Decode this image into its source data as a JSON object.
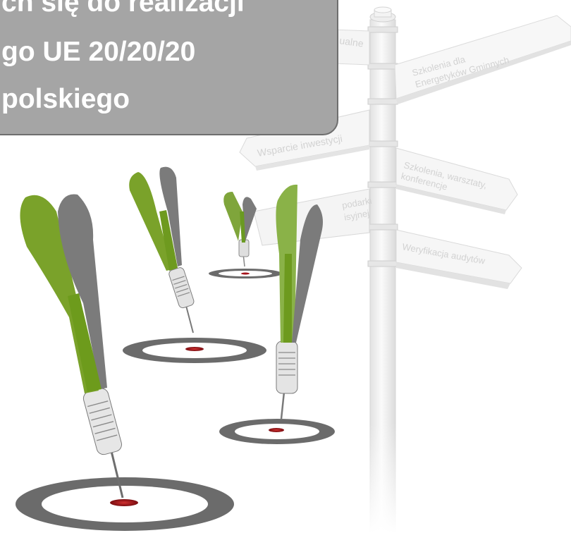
{
  "banner": {
    "line1": "ch się do realizacji",
    "line2": "go UE 20/20/20",
    "line3": "polskiego"
  },
  "signpost": {
    "sign_top_left": "ualne",
    "sign_top_right_1": "Szkolenia dla",
    "sign_top_right_2": "Energetyków Gminnych",
    "sign_mid_left": "Wsparcie inwestycji",
    "sign_mid_right_1": "Szkolenia, warsztaty,",
    "sign_mid_right_2": "konferencje",
    "sign_low_left_1": "podarki",
    "sign_low_left_2": "isyjnej",
    "sign_bottom_right": "Weryfikacja audytów"
  },
  "colors": {
    "banner_bg": "#a5a5a5",
    "flight_green": "#7aa22a",
    "flight_gray": "#7b7b7b",
    "target_ring": "#6b6b6b",
    "bullseye": "#a5141b"
  },
  "icons": [
    "dart-icon",
    "target-icon",
    "signpost-icon"
  ]
}
